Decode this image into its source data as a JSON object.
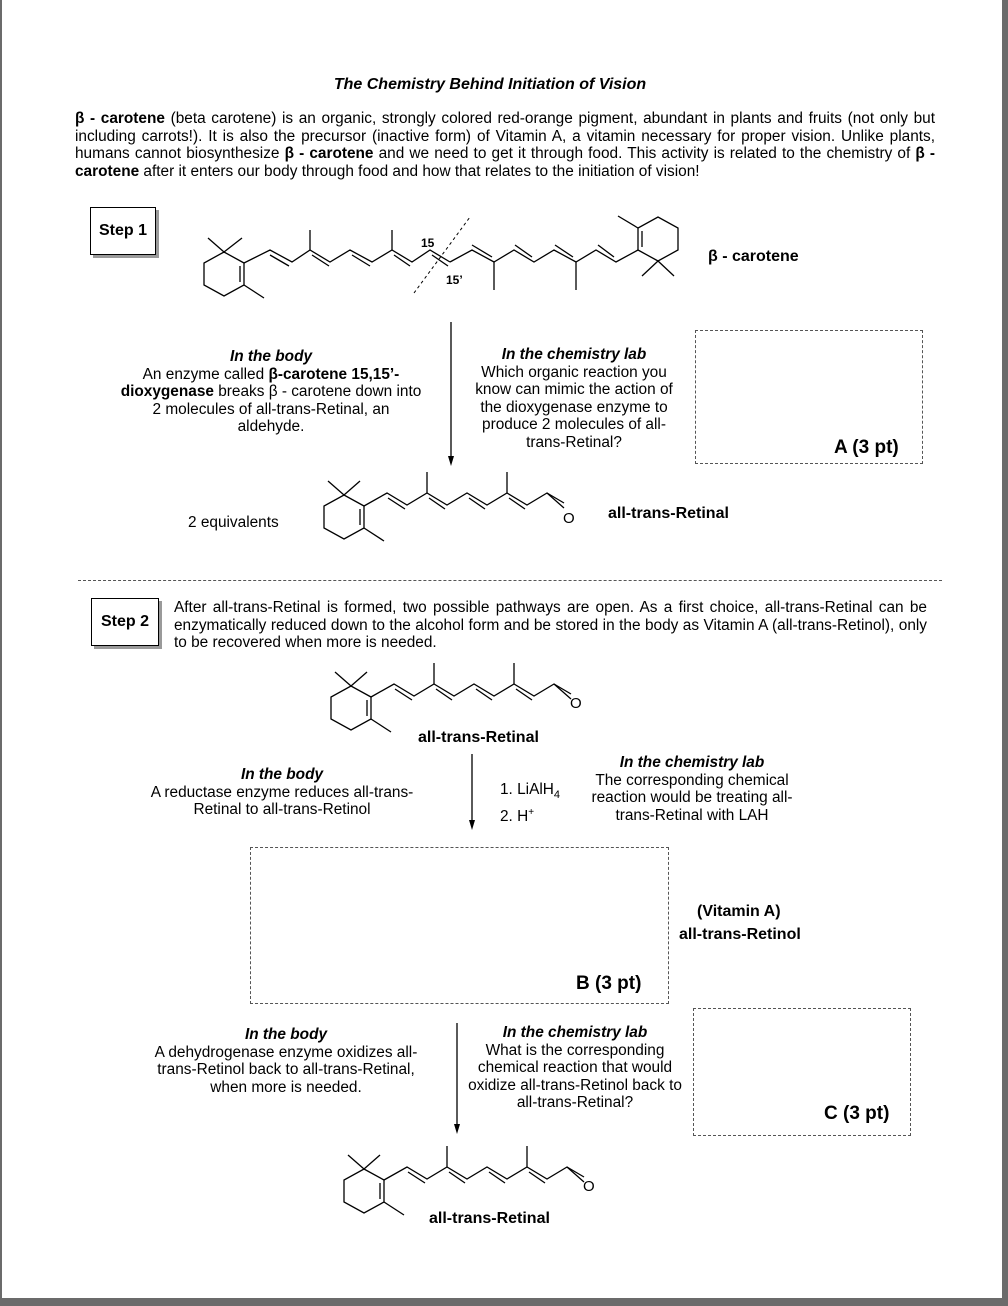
{
  "title": "The Chemistry Behind Initiation of Vision",
  "intro": {
    "p1": "β - carotene",
    "p2": " (beta carotene) is an organic, strongly colored red-orange pigment, abundant in plants and fruits (not only but including carrots!).  It is also the precursor (inactive form) of Vitamin A, a vitamin necessary for proper vision. Unlike plants, humans cannot biosynthesize ",
    "p3": "β - carotene",
    "p4": " and we need to get it through food. This activity is related to the chemistry of ",
    "p5": "β - carotene",
    "p6": " after it enters our body through food and how that relates to the initiation of vision!"
  },
  "step1": {
    "label": "Step 1",
    "molecule_label": "β - carotene",
    "pos15": "15",
    "pos15p": "15’",
    "body_head": "In the body",
    "body_t1": "An enzyme called ",
    "body_t2": "β-carotene 15,15’-dioxygenase",
    "body_t3": " breaks β - carotene down into 2 molecules of all-trans-Retinal, an aldehyde.",
    "lab_head": "In the chemistry lab",
    "lab_text": "Which organic reaction you know can mimic the action of the dioxygenase enzyme to produce 2 molecules of all-trans-Retinal?",
    "box_label": "A (3 pt)",
    "equiv": "2 equivalents",
    "product_label": "all-trans-Retinal",
    "oxygen": "O"
  },
  "step2": {
    "label": "Step 2",
    "text": "After all-trans-Retinal is formed, two possible pathways are open.  As a first choice, all-trans-Retinal can be enzymatically reduced down to the alcohol form and be stored in the body as Vitamin A (all-trans-Retinol), only to be recovered when more is needed.",
    "retinal_label": "all-trans-Retinal",
    "oxygen": "O",
    "body1_head": "In the body",
    "body1_text": "A reductase enzyme reduces all-trans-Retinal to all-trans-Retinol",
    "reagent1": "1. LiAlH",
    "reagent1_sub": "4",
    "reagent2": "2. H",
    "reagent2_sup": "+",
    "lab1_head": "In the chemistry lab",
    "lab1_text": "The corresponding chemical reaction would be treating all-trans-Retinal with LAH",
    "box_b_label": "B (3 pt)",
    "vitA": "(Vitamin A)",
    "retinol_label": "all-trans-Retinol",
    "body2_head": "In the body",
    "body2_text": "A dehydrogenase enzyme oxidizes all-trans-Retinol back to all-trans-Retinal, when more is needed.",
    "lab2_head": "In the chemistry lab",
    "lab2_text": "What is the corresponding chemical reaction that would oxidize all-trans-Retinol back to all-trans-Retinal?",
    "box_c_label": "C (3 pt)",
    "final_label": "all-trans-Retinal",
    "final_oxygen": "O"
  }
}
